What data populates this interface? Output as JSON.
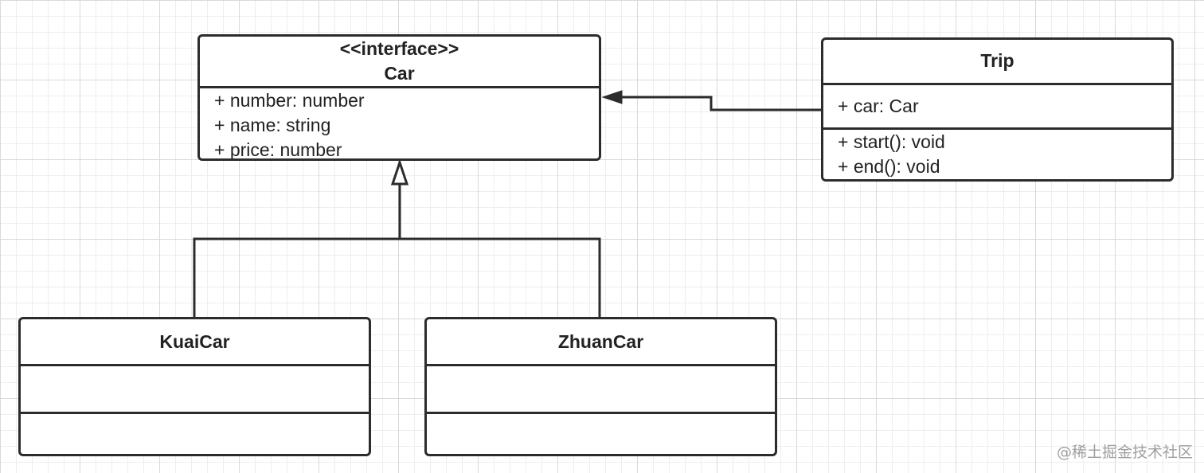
{
  "classes": {
    "car": {
      "stereotype": "<<interface>>",
      "name": "Car",
      "attributes": [
        "+ number: number",
        "+ name: string",
        "+ price: number"
      ],
      "operations": []
    },
    "trip": {
      "name": "Trip",
      "attributes": [
        "+ car: Car"
      ],
      "operations": [
        "+ start(): void",
        "+ end(): void"
      ]
    },
    "kuaicar": {
      "name": "KuaiCar",
      "attributes": [],
      "operations": []
    },
    "zhuancar": {
      "name": "ZhuanCar",
      "attributes": [],
      "operations": []
    }
  },
  "relations": [
    {
      "from": "Trip",
      "to": "Car",
      "kind": "association"
    },
    {
      "from": "KuaiCar",
      "to": "Car",
      "kind": "realization"
    },
    {
      "from": "ZhuanCar",
      "to": "Car",
      "kind": "realization"
    }
  ],
  "colors": {
    "stroke": "#2c2c2c",
    "grid_major": "#d9d9d9",
    "grid_minor": "#eeeeee",
    "watermark": "#a0a0a0"
  },
  "watermark": "@稀土掘金技术社区"
}
